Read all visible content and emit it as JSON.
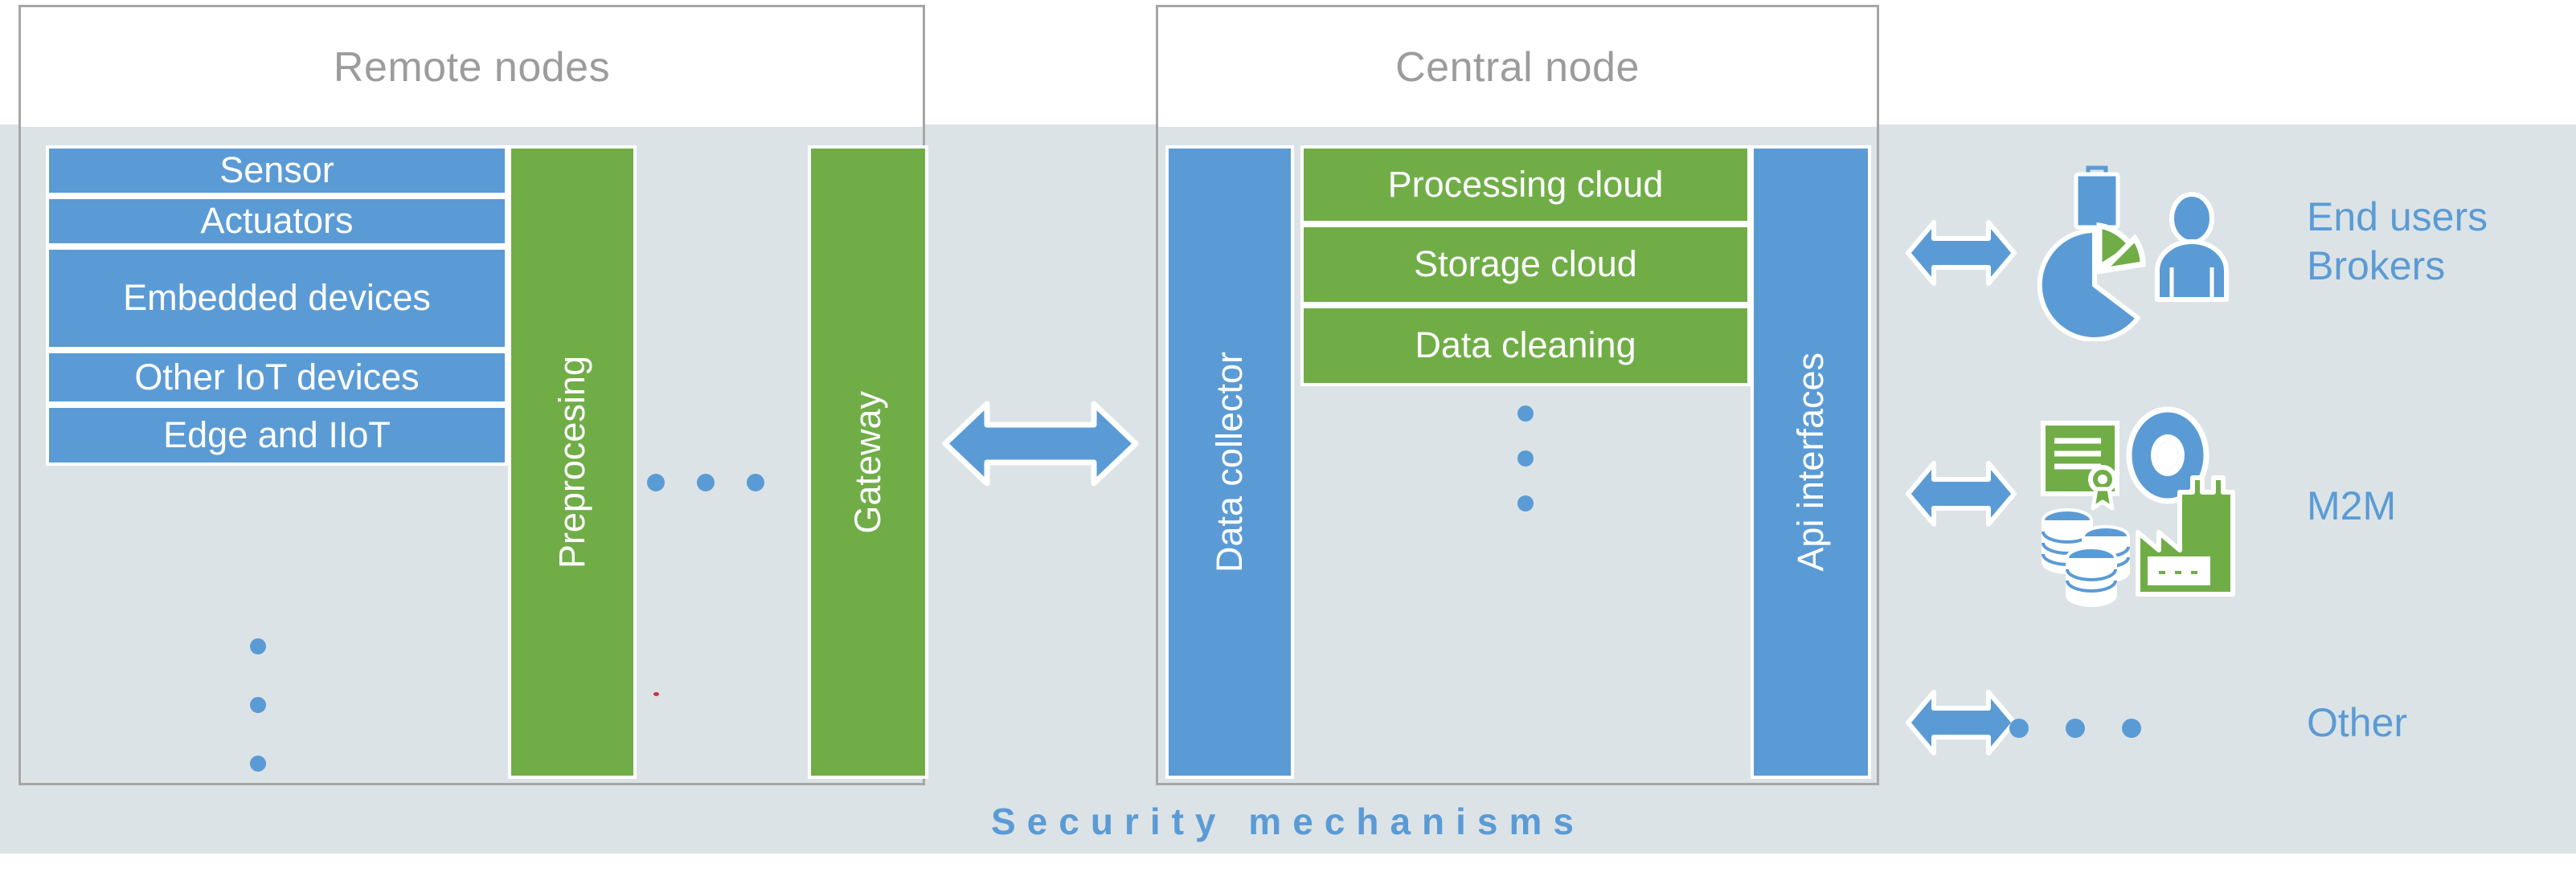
{
  "diagram": {
    "title_remote": "Remote nodes",
    "title_central": "Central node",
    "footer": "Security mechanisms"
  },
  "remote_node": {
    "title": "Remote nodes",
    "devices": [
      {
        "label": "Sensor",
        "color": "#5B9BD5"
      },
      {
        "label": "Actuators",
        "color": "#5B9BD5"
      },
      {
        "label": "Embedded devices",
        "color": "#5B9BD5"
      },
      {
        "label": "Other IoT devices",
        "color": "#5B9BD5"
      },
      {
        "label": "Edge and IIoT",
        "color": "#5B9BD5"
      }
    ],
    "more_devices_indicator": "vertical-ellipsis",
    "preprocessing": {
      "label": "Preprocesing",
      "color": "#70AD47"
    },
    "middle_ellipsis": "horizontal-ellipsis",
    "gateway": {
      "label": "Gateway",
      "color": "#70AD47"
    }
  },
  "central_node": {
    "title": "Central node",
    "data_collector": {
      "label": "Data collector",
      "color": "#5B9BD5"
    },
    "services": [
      {
        "label": "Processing cloud",
        "color": "#70AD47"
      },
      {
        "label": "Storage cloud",
        "color": "#70AD47"
      },
      {
        "label": "Data cleaning",
        "color": "#70AD47"
      }
    ],
    "more_services_indicator": "vertical-ellipsis",
    "api_interfaces": {
      "label": "Api interfaces",
      "color": "#5B9BD5"
    }
  },
  "consumers": [
    {
      "labels": [
        "End users",
        "Brokers"
      ],
      "label_text": "End users\nBrokers",
      "icons": [
        "briefcase-icon",
        "pie-chart-icon",
        "person-icon"
      ]
    },
    {
      "labels": [
        "M2M"
      ],
      "label_text": "M2M",
      "icons": [
        "certificate-icon",
        "disc-icon",
        "coin-stack-icon",
        "factory-icon"
      ]
    },
    {
      "labels": [
        "Other"
      ],
      "label_text": "Other",
      "icons": [
        "horizontal-ellipsis"
      ]
    }
  ],
  "colors": {
    "blue": "#5B9BD5",
    "green": "#70AD47",
    "band": "#DCE3E6",
    "frame_border": "#A6A6A6",
    "title_text": "#9C9C9C",
    "label_text": "#5B9BD5",
    "white": "#FFFFFF"
  }
}
